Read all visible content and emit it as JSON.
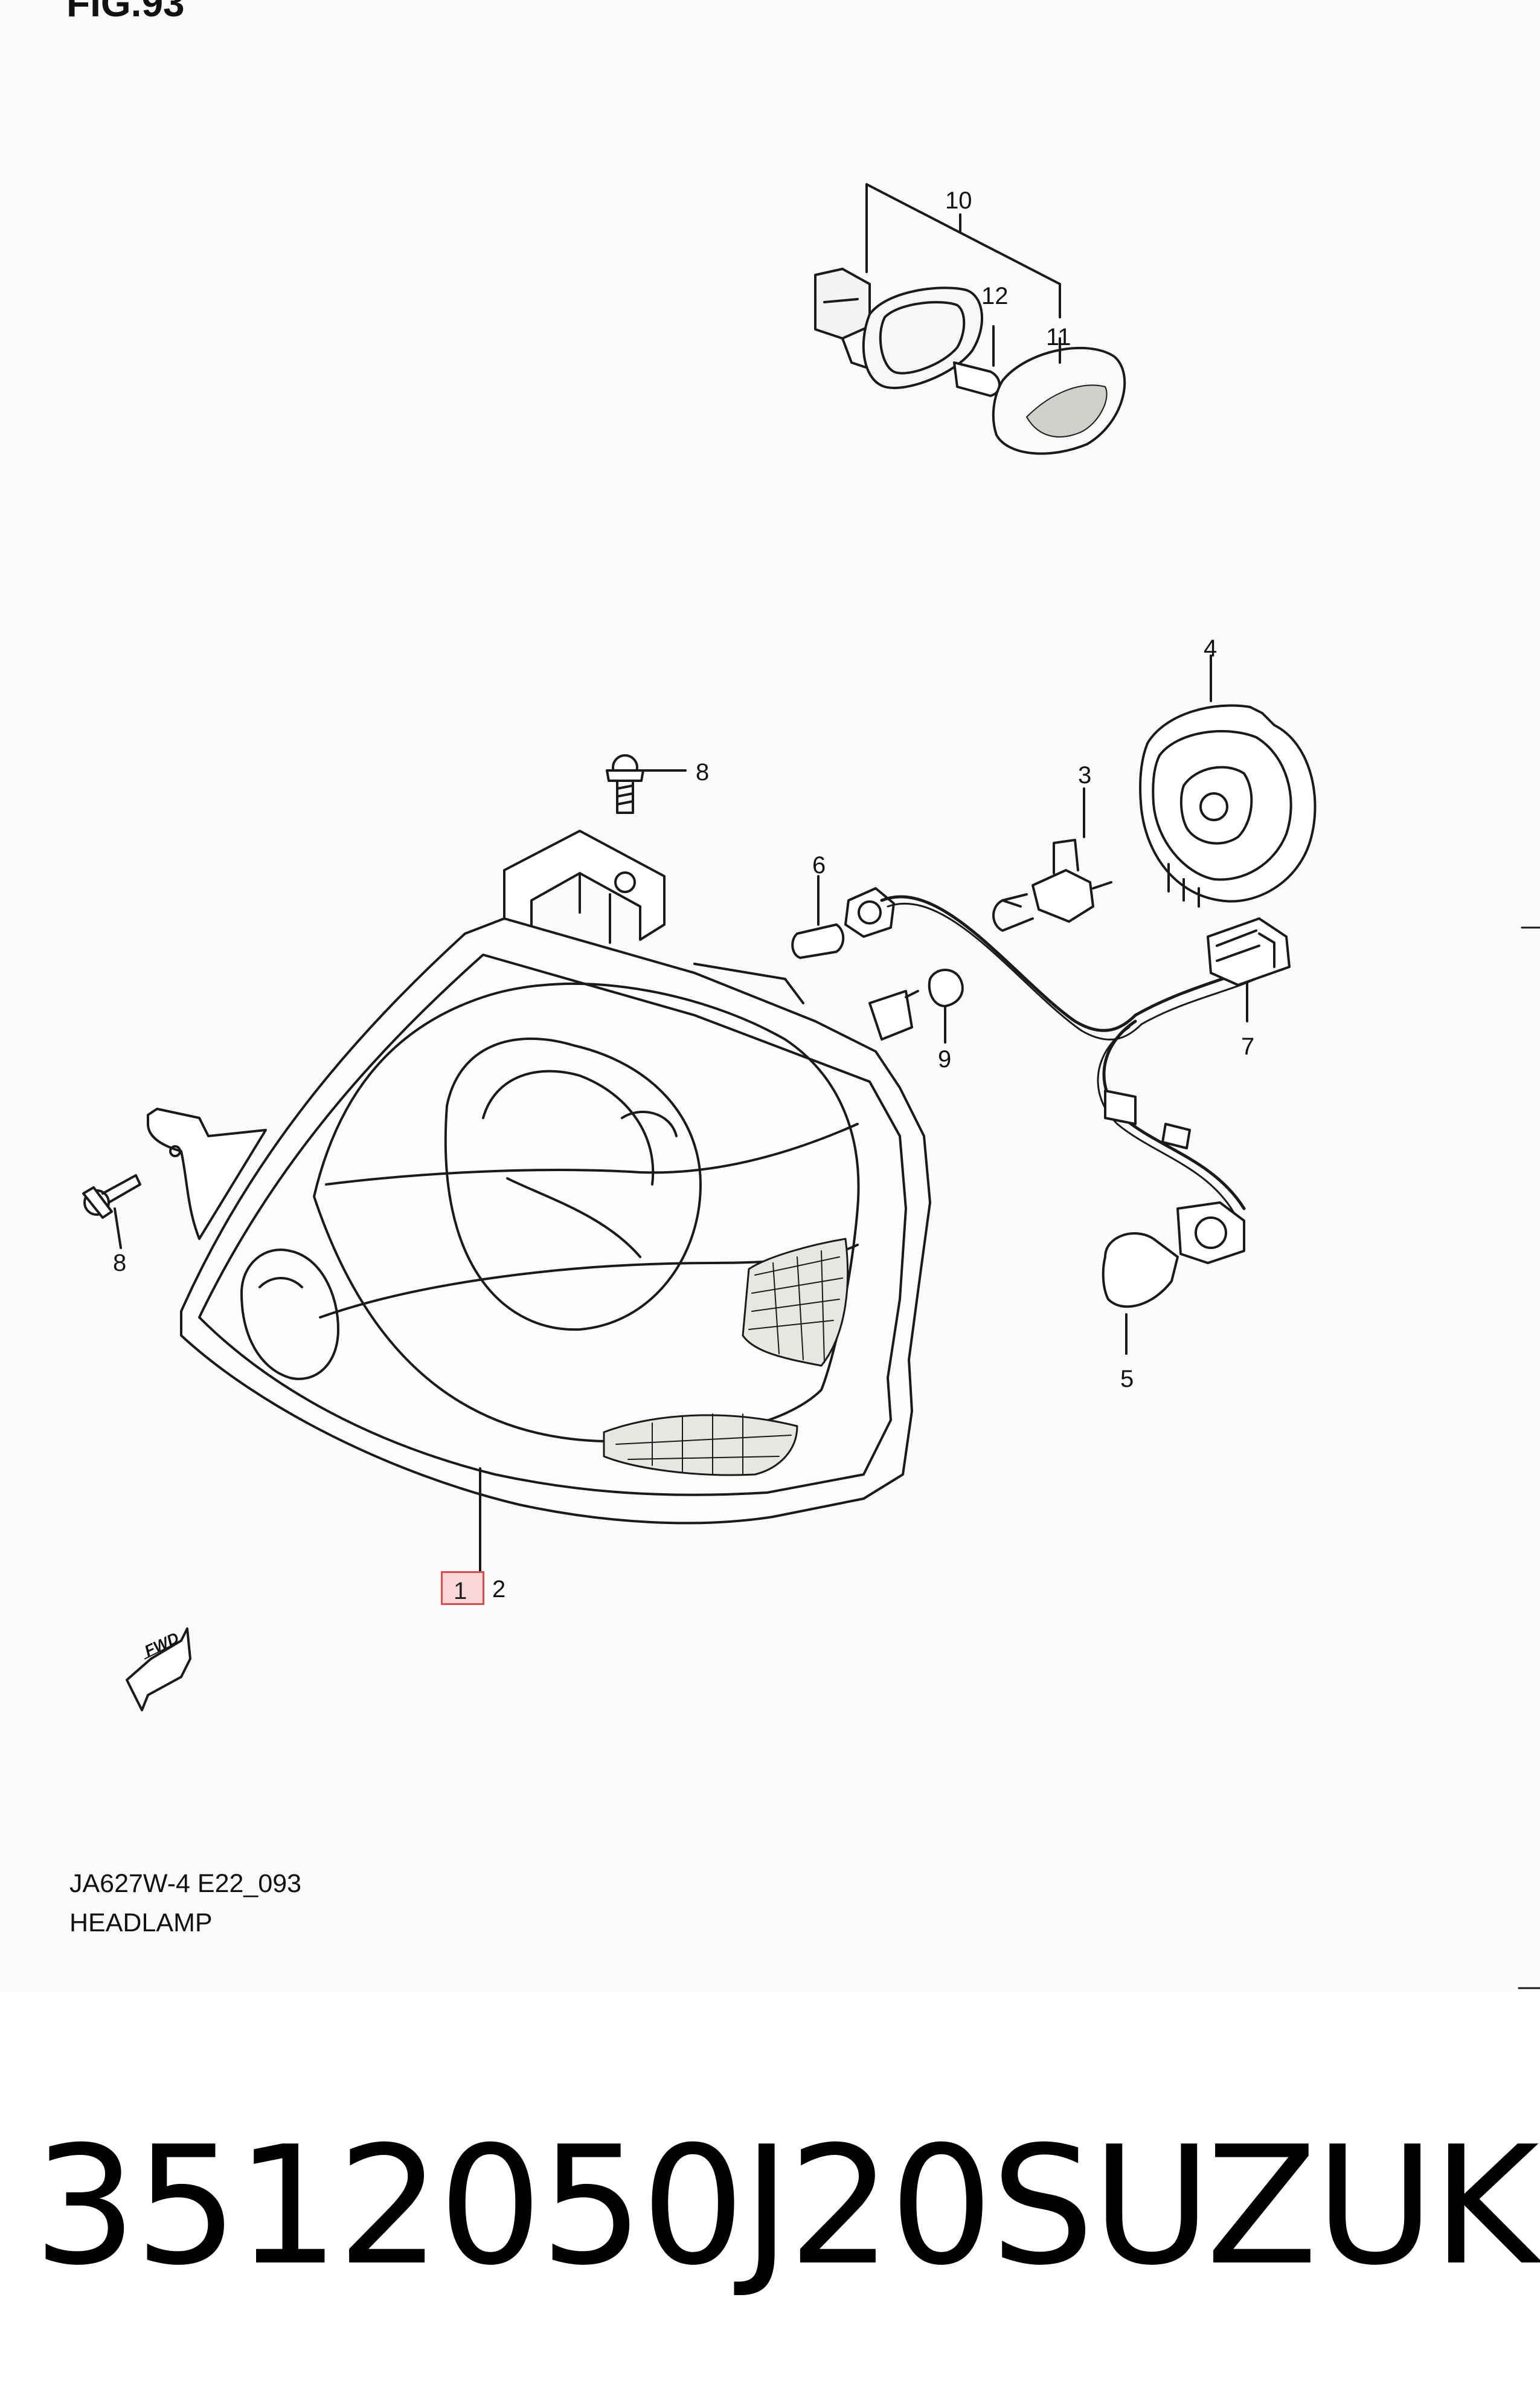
{
  "figure": {
    "title_fragment": "FIG.93",
    "code": "JA627W-4 E22_093",
    "name": "HEADLAMP"
  },
  "callouts": {
    "c10": "10",
    "c12": "12",
    "c11": "11",
    "c4": "4",
    "c8a": "8",
    "c3": "3",
    "c6": "6",
    "c9": "9",
    "c7": "7",
    "c8b": "8",
    "c5": "5",
    "c1": "1",
    "c2": "2"
  },
  "fwd": "FWD",
  "part_label": {
    "number": "3512050J20",
    "brand": "SUZUKI"
  },
  "colors": {
    "highlight_fill": "#fbd7d7",
    "highlight_border": "#e24b4b",
    "line": "#1a1a1a"
  }
}
